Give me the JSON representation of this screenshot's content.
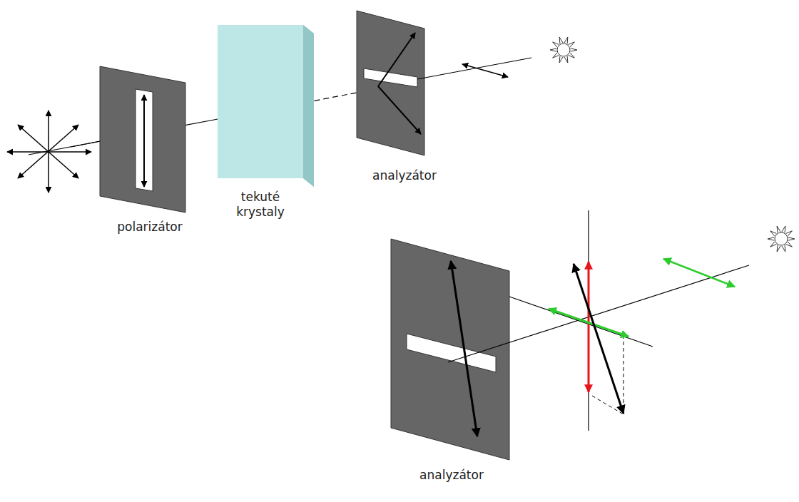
{
  "diagram": {
    "labels": [
      "analyzátor",
      "tekuté krystaly",
      "polarizátor",
      "analyzátor"
    ]
  }
}
